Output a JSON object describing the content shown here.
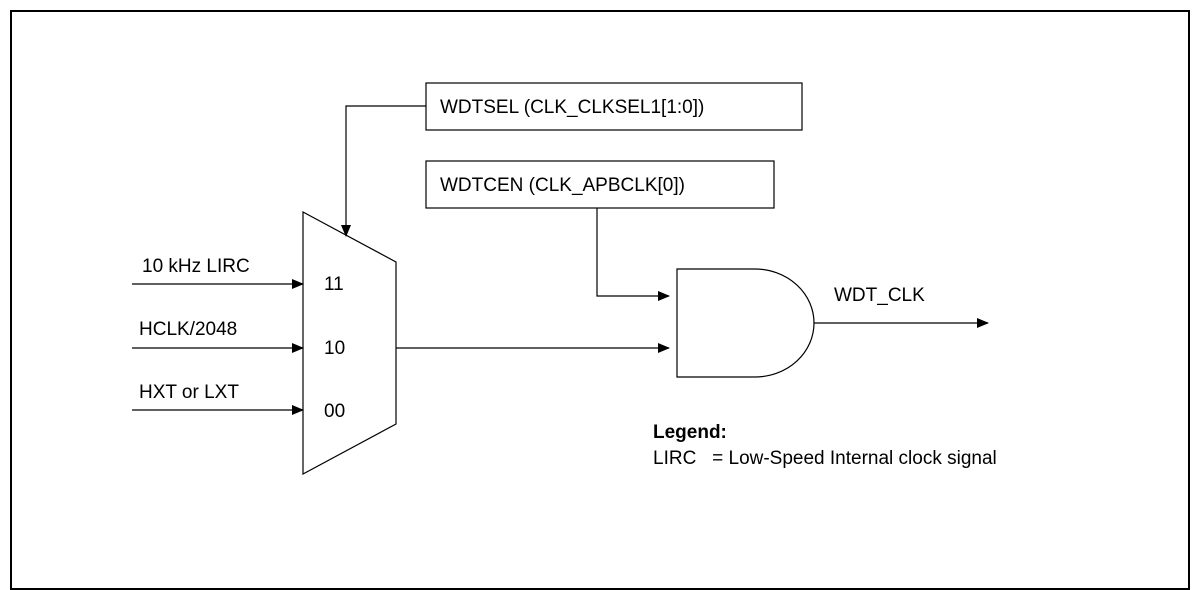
{
  "diagram": {
    "wdtsel_box": "WDTSEL (CLK_CLKSEL1[1:0])",
    "wdtcen_box": "WDTCEN (CLK_APBCLK[0])",
    "inputs": [
      {
        "signal": "10 kHz LIRC",
        "select": "11"
      },
      {
        "signal": "HCLK/2048",
        "select": "10"
      },
      {
        "signal": "HXT or LXT",
        "select": "00"
      }
    ],
    "output": "WDT_CLK",
    "legend": {
      "title": "Legend:",
      "entry": "LIRC   = Low-Speed Internal clock signal"
    }
  }
}
